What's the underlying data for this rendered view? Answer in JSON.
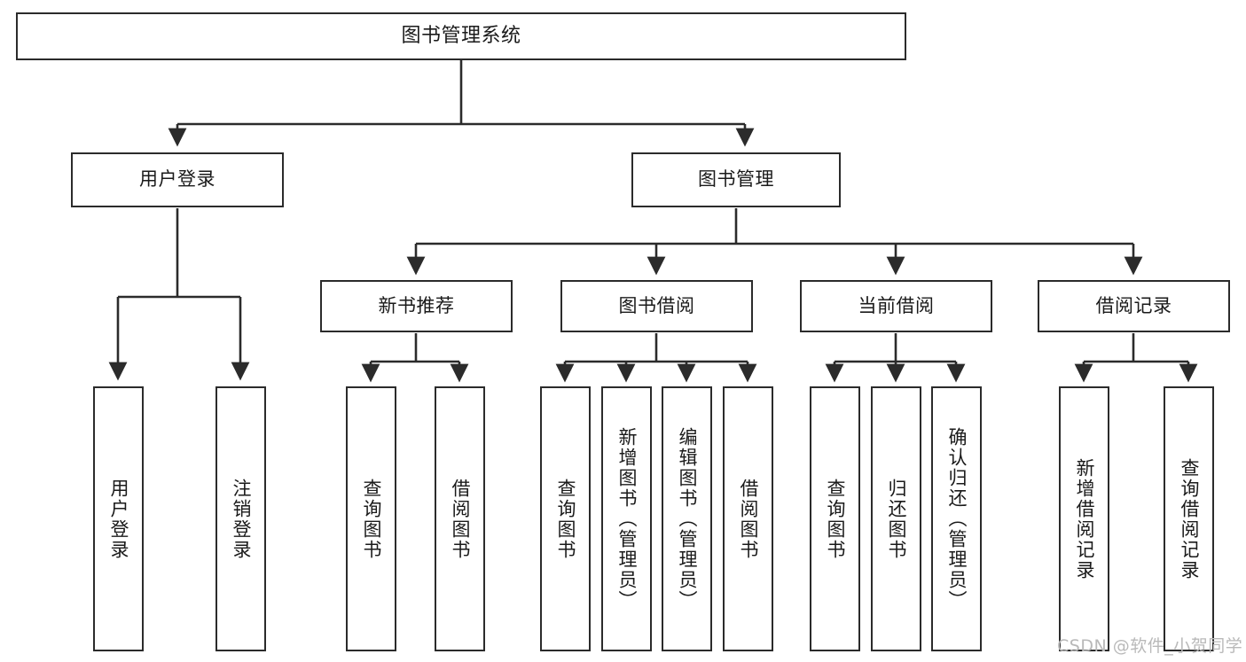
{
  "diagram": {
    "title": "图书管理系统",
    "type": "tree-hierarchy-chart",
    "orientation": "top-down",
    "colors": {
      "node_border": "#2b2b2b",
      "node_fill": "#ffffff",
      "edge": "#2b2b2b",
      "text": "#1a1a1a",
      "watermark": "#b9b9b9",
      "background": "#ffffff"
    }
  },
  "nodes": {
    "root": {
      "label": "图书管理系统"
    },
    "user_login": {
      "label": "用户登录"
    },
    "book_manage": {
      "label": "图书管理"
    },
    "new_book_recommend": {
      "label": "新书推荐"
    },
    "book_borrow": {
      "label": "图书借阅"
    },
    "current_borrow": {
      "label": "当前借阅"
    },
    "borrow_record": {
      "label": "借阅记录"
    },
    "leaf_user_login": {
      "label": "用户登录"
    },
    "leaf_logout": {
      "label": "注销登录"
    },
    "leaf_query_book_a": {
      "label": "查询图书"
    },
    "leaf_borrow_book_a": {
      "label": "借阅图书"
    },
    "leaf_query_book_b": {
      "label": "查询图书"
    },
    "leaf_add_book": {
      "label": "新增图书（管理员）"
    },
    "leaf_edit_book": {
      "label": "编辑图书（管理员）"
    },
    "leaf_borrow_book_b": {
      "label": "借阅图书"
    },
    "leaf_query_book_c": {
      "label": "查询图书"
    },
    "leaf_return_book": {
      "label": "归还图书"
    },
    "leaf_confirm_return": {
      "label": "确认归还（管理员）"
    },
    "leaf_add_record": {
      "label": "新增借阅记录"
    },
    "leaf_query_record": {
      "label": "查询借阅记录"
    }
  },
  "watermark": {
    "text": "CSDN @软件_小贺同学"
  }
}
